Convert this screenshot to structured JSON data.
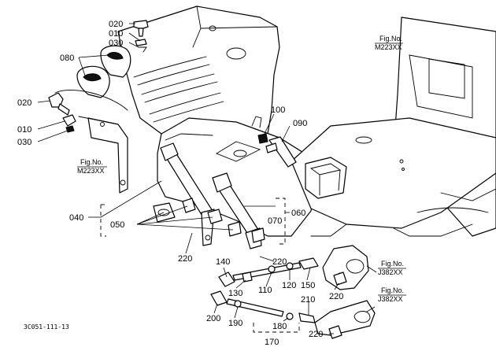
{
  "diagram": {
    "labels": {
      "p020_top": "020",
      "p010_top": "010",
      "p030_top": "030",
      "p080": "080",
      "p020_left": "020",
      "p010_left": "010",
      "p030_left": "030",
      "p100": "100",
      "p090": "090",
      "p040": "040",
      "p050": "050",
      "p070": "070",
      "p060": "060",
      "p220_a": "220",
      "p220_b": "220",
      "p220_c": "220",
      "p220_d": "220",
      "p140": "140",
      "p130": "130",
      "p110": "110",
      "p120": "120",
      "p150": "150",
      "p200": "200",
      "p190": "190",
      "p180": "180",
      "p170": "170",
      "p210": "210"
    },
    "fig_refs": {
      "top_right": {
        "title": "Fig.No.",
        "number": "M223XX"
      },
      "left": {
        "title": "Fig.No.",
        "number": "M223XX"
      },
      "right_upper": {
        "title": "Fig.No.",
        "number": "J382XX"
      },
      "right_lower": {
        "title": "Fig.No.",
        "number": "J382XX"
      }
    },
    "drawing_code": "3C051-111-13"
  }
}
